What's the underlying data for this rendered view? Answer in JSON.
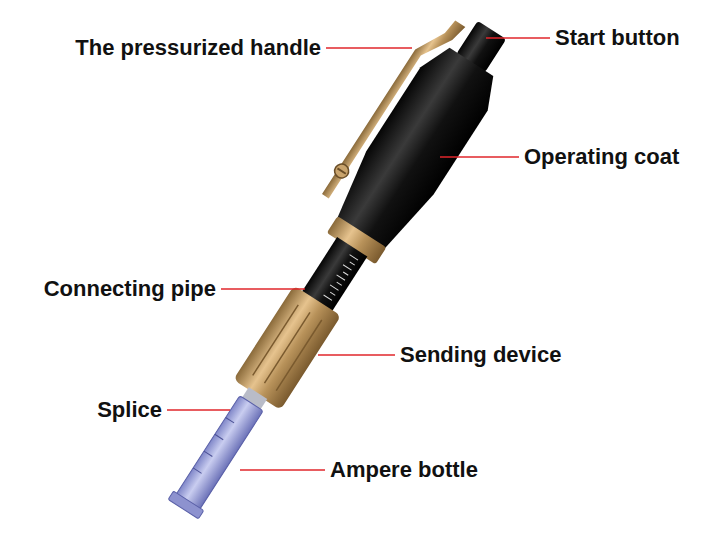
{
  "diagram": {
    "labels": [
      "The pressurized handle",
      "Start button",
      "Operating coat",
      "Connecting pipe",
      "Sending device",
      "Splice",
      "Ampere bottle"
    ]
  }
}
